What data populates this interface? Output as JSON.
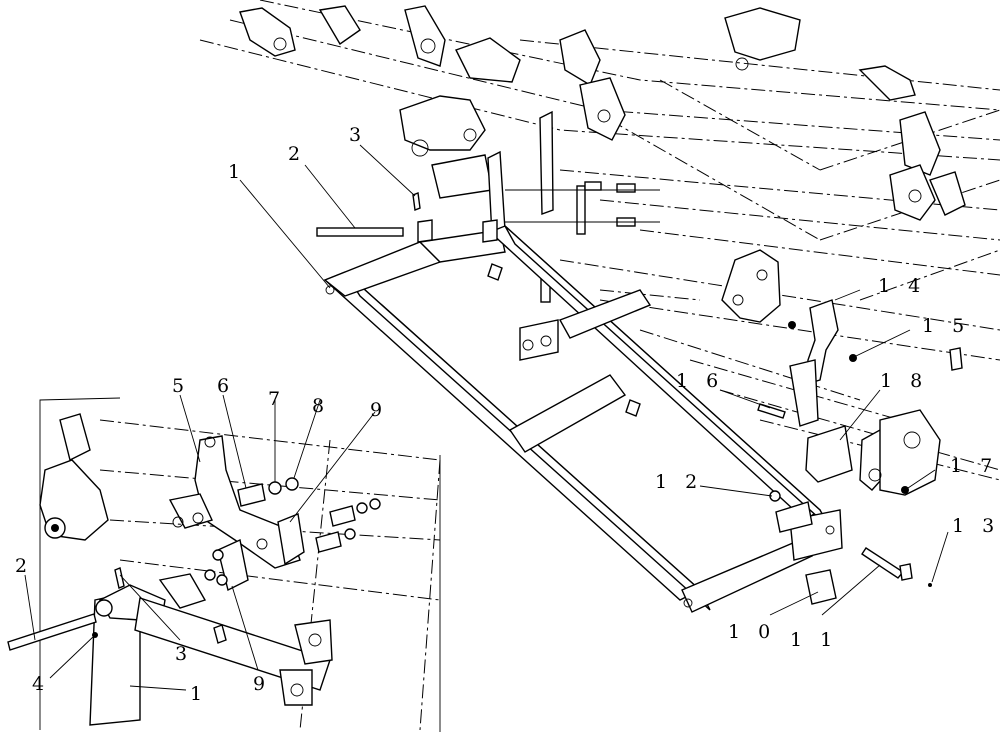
{
  "diagram": {
    "kind": "exploded parts view",
    "callouts": [
      "1",
      "2",
      "3",
      "4",
      "5",
      "6",
      "7",
      "8",
      "9",
      "10",
      "11",
      "12",
      "13",
      "14",
      "15",
      "16",
      "17",
      "18"
    ]
  },
  "labels": {
    "main": {
      "c1": "1",
      "c2": "2",
      "c3": "3",
      "c10": "1 0",
      "c11": "1 1",
      "c12": "1 2",
      "c13": "1 3",
      "c14": "1 4",
      "c15": "1 5",
      "c16": "1 6",
      "c17": "1 7",
      "c18": "1 8"
    },
    "inset": {
      "c1": "1",
      "c2": "2",
      "c3": "3",
      "c4": "4",
      "c5": "5",
      "c6": "6",
      "c7": "7",
      "c8": "8",
      "c9a": "9",
      "c9b": "9"
    }
  }
}
